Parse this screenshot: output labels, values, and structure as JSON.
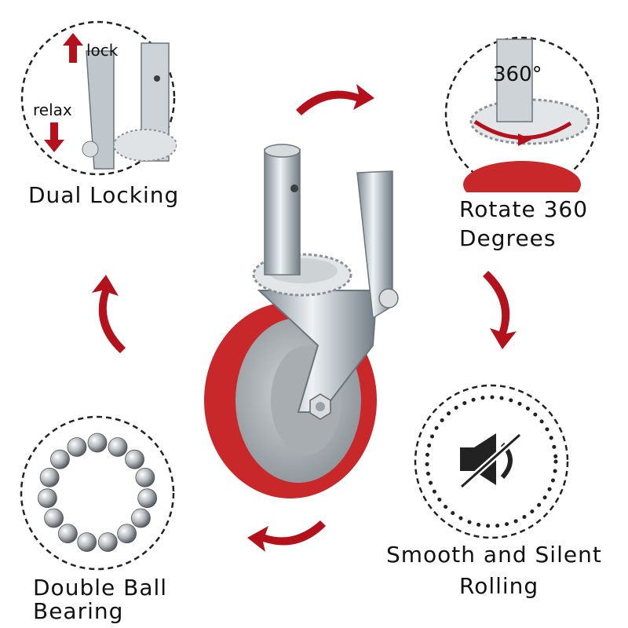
{
  "features": {
    "locking": {
      "caption": "Dual Locking",
      "lock_label": "lock",
      "relax_label": "relax"
    },
    "rotate": {
      "caption_line1": "Rotate 360",
      "caption_line2": "Degrees",
      "degree_label": "360°"
    },
    "silent": {
      "caption_line1": "Smooth and Silent",
      "caption_line2": "Rolling",
      "icon": "mute-speaker-icon"
    },
    "bearing": {
      "caption_line1": "Double Ball",
      "caption_line2": "Bearing",
      "ball_count": 15
    }
  },
  "colors": {
    "accent_red": "#b3121c",
    "wheel_red": "#c8282a",
    "steel": "#bfc6cc",
    "text": "#111111"
  }
}
